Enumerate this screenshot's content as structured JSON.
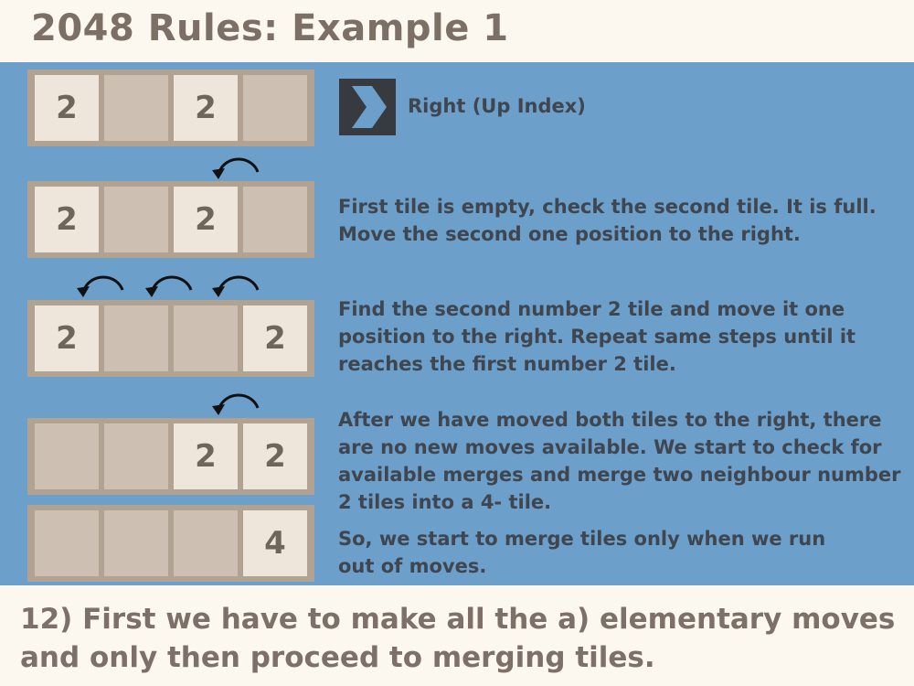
{
  "title": "2048 Rules: Example 1",
  "direction_label": "Right (Up Index)",
  "rows": [
    {
      "tiles": [
        "2",
        "",
        "2",
        ""
      ]
    },
    {
      "tiles": [
        "2",
        "",
        "2",
        ""
      ]
    },
    {
      "tiles": [
        "2",
        "",
        "",
        "2"
      ]
    },
    {
      "tiles": [
        "",
        "",
        "2",
        "2"
      ]
    },
    {
      "tiles": [
        "",
        "",
        "",
        "4"
      ]
    }
  ],
  "steps": [
    "First tile is empty, check the second tile. It is full.\nMove the second one position to the right.",
    "Find the second number 2 tile and move it one\nposition to the right. Repeat same steps until it\nreaches the first number 2 tile.",
    "After we have moved both tiles to the right, there\nare no new moves available. We start to check for\navailable merges and merge two neighbour number\n2 tiles into a 4- tile.",
    "So, we start to merge tiles only when we run\nout of moves."
  ],
  "footer": "12) First we have to make all the a) elementary moves\nand only then proceed to merging tiles.",
  "colors": {
    "panel": "#6c9fc9",
    "row_border": "#b1a292",
    "tile_empty": "#cdc0b2",
    "tile_full": "#eee5db",
    "text_dark": "#3f4650",
    "title": "#7b6f66"
  }
}
